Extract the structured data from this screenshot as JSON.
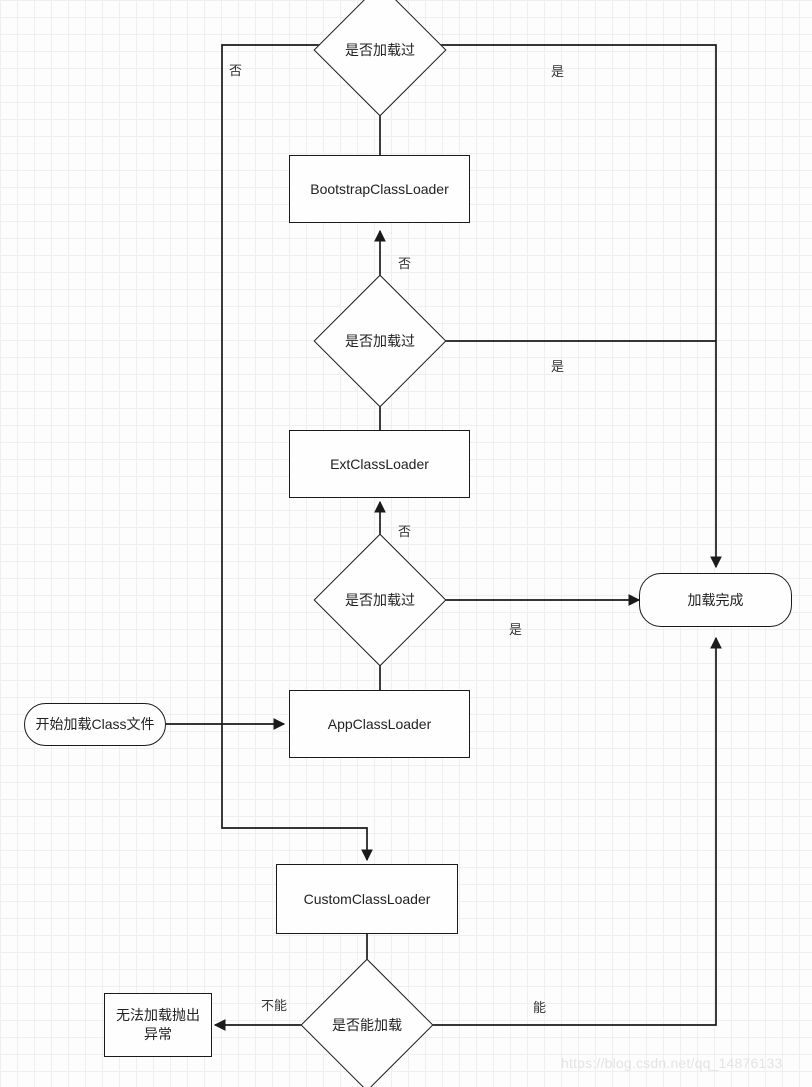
{
  "diagram": {
    "title": "Java ClassLoader parent delegation flowchart",
    "watermark": "https://blog.csdn.net/qq_14876133",
    "colors": {
      "stroke": "#1a1a1a",
      "text": "#222222",
      "background": "#fdfdfd",
      "grid_minor": "#efefef",
      "grid_major": "#e6e6e6",
      "watermark": "#e3e3e3"
    },
    "nodes": {
      "start": {
        "label": "开始加载Class文件",
        "shape": "rounded"
      },
      "app_class_loader": {
        "label": "AppClassLoader",
        "shape": "rect"
      },
      "ext_class_loader": {
        "label": "ExtClassLoader",
        "shape": "rect"
      },
      "bootstrap_class_loader": {
        "label": "BootstrapClassLoader",
        "shape": "rect"
      },
      "custom_class_loader": {
        "label": "CustomClassLoader",
        "shape": "rect"
      },
      "loaded_check_app": {
        "label": "是否加载过",
        "shape": "diamond"
      },
      "loaded_check_ext": {
        "label": "是否加载过",
        "shape": "diamond"
      },
      "loaded_check_bootstrap": {
        "label": "是否加载过",
        "shape": "diamond"
      },
      "can_load_check": {
        "label": "是否能加载",
        "shape": "diamond"
      },
      "load_complete": {
        "label": "加载完成",
        "shape": "rounded"
      },
      "throw_exception": {
        "label": "无法加载抛出\n异常",
        "shape": "rect"
      }
    },
    "edge_labels": {
      "bootstrap_no": "否",
      "bootstrap_yes": "是",
      "ext_no": "否",
      "ext_yes": "是",
      "app_no": "否",
      "app_yes": "是",
      "cannot_load": "不能",
      "can_load": "能"
    }
  }
}
